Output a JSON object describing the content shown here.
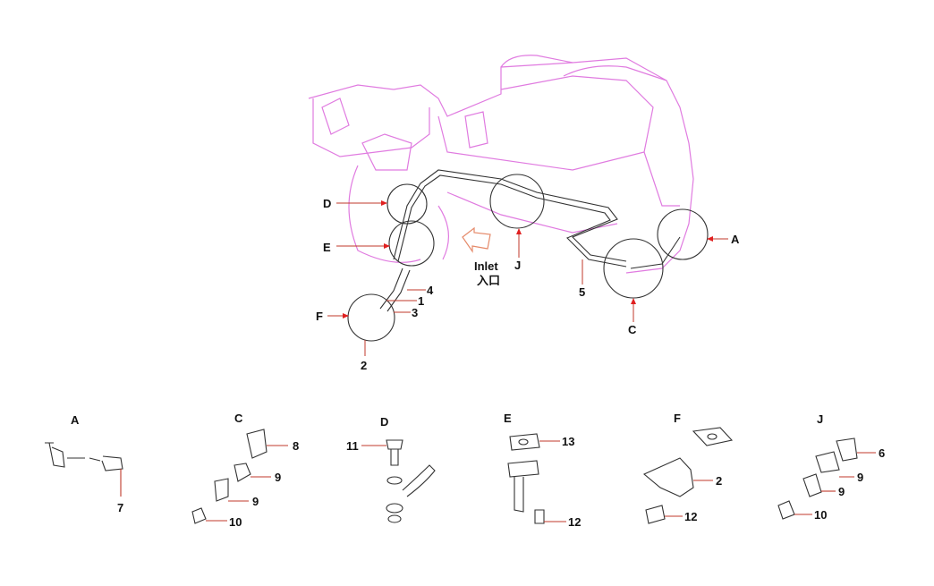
{
  "main_view": {
    "callouts": {
      "D": "D",
      "E": "E",
      "F": "F",
      "A": "A",
      "J": "J",
      "C": "C"
    },
    "inlet_en": "Inlet",
    "inlet_cn": "入口",
    "parts": {
      "p1": "1",
      "p2": "2",
      "p3": "3",
      "p4": "4",
      "p5": "5"
    }
  },
  "details": [
    {
      "title": "A",
      "parts": [
        "7"
      ]
    },
    {
      "title": "C",
      "parts": [
        "8",
        "9",
        "9",
        "10"
      ]
    },
    {
      "title": "D",
      "parts": [
        "11"
      ]
    },
    {
      "title": "E",
      "parts": [
        "13",
        "12"
      ]
    },
    {
      "title": "F",
      "parts": [
        "2",
        "12"
      ]
    },
    {
      "title": "J",
      "parts": [
        "6",
        "9",
        "9",
        "10"
      ]
    }
  ],
  "colors": {
    "engine_outline": "#e07be0",
    "leader_arrow": "#e02020",
    "line": "#333333"
  }
}
